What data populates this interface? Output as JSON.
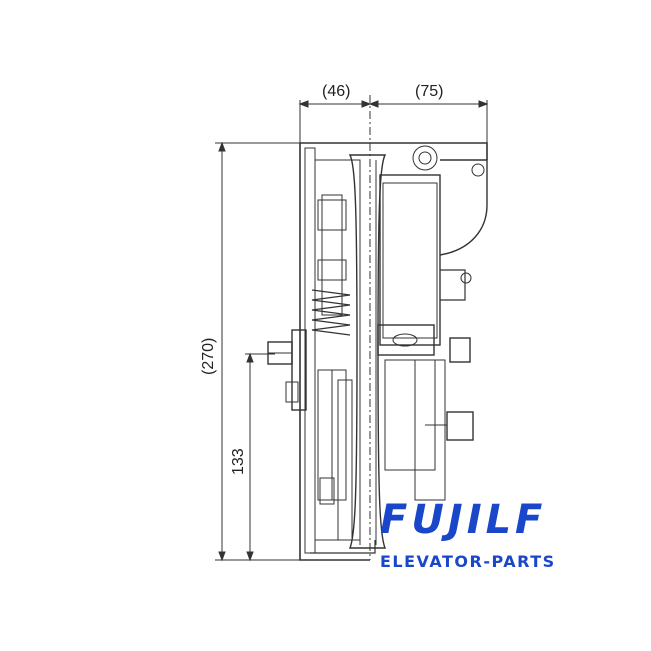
{
  "drawing": {
    "dimensions": {
      "top_left_width": "(46)",
      "top_right_width": "(75)",
      "overall_height": "(270)",
      "lower_height": "133"
    }
  },
  "brand": {
    "name": "FUJILF",
    "tagline": "ELEVATOR-PARTS",
    "color": "#1a47c9"
  }
}
